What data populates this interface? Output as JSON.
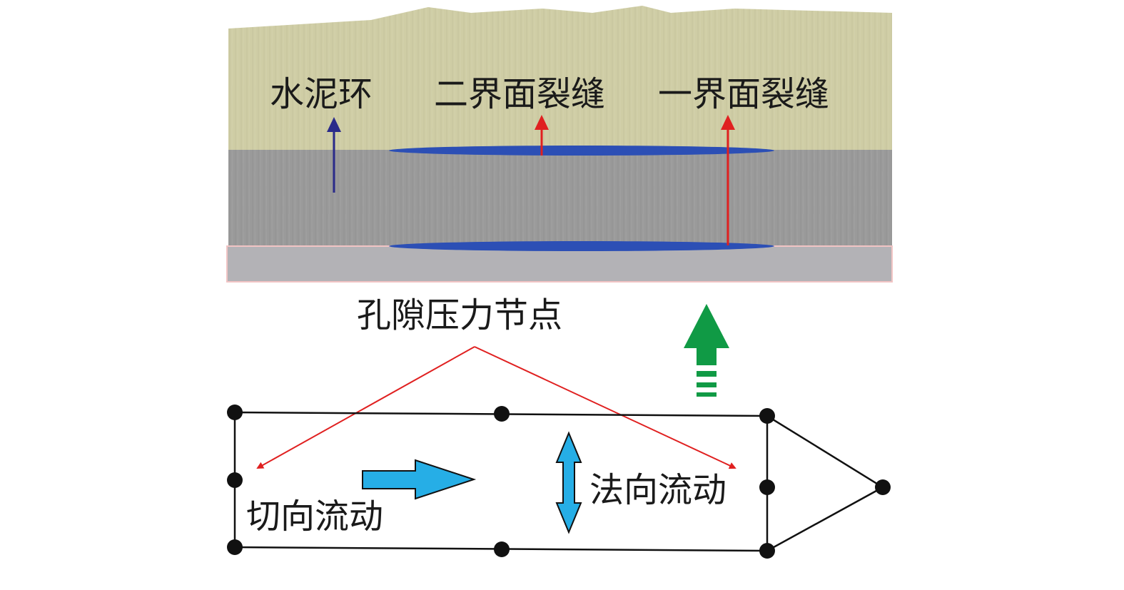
{
  "labels": {
    "cement_sheath": "水泥环",
    "second_interface_crack": "二界面裂缝",
    "first_interface_crack": "一界面裂缝",
    "pore_pressure_node": "孔隙压力节点",
    "tangential_flow": "切向流动",
    "normal_flow": "法向流动"
  },
  "icons": {
    "tangential_arrow": "right-arrow-icon",
    "normal_arrow": "double-vertical-arrow-icon",
    "upward_arrow": "up-arrow-icon"
  },
  "colors": {
    "cement": "#cfcda5",
    "casing": "#9a9a9a",
    "steel_base": "#b3b2b6",
    "crack": "#2c4fb5",
    "red_arrow": "#e02020",
    "navy_arrow": "#2a2a8a",
    "green_arrow": "#109a45",
    "cyan_arrow": "#26aee6",
    "node": "#111111"
  }
}
